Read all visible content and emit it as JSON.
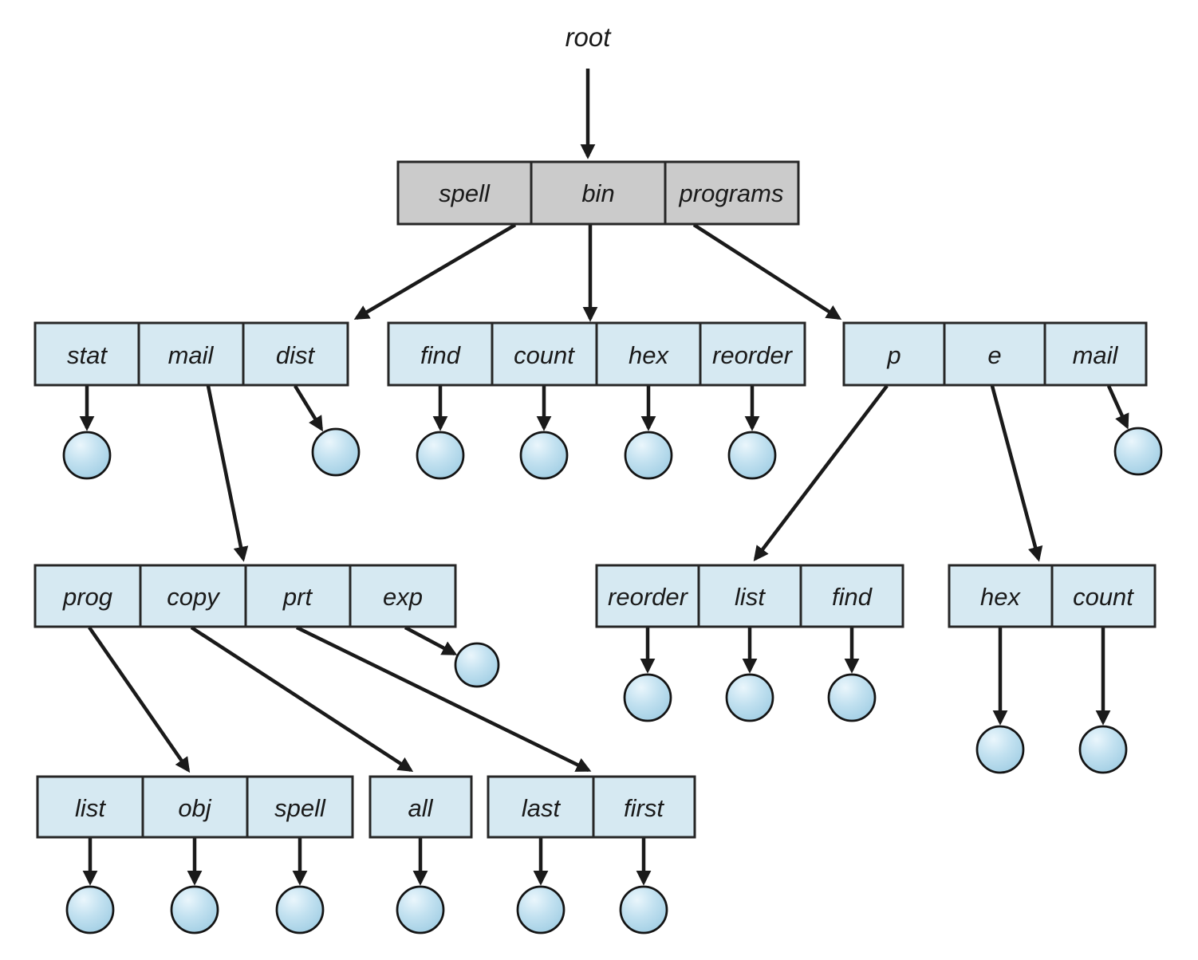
{
  "figure": {
    "root_label": "root",
    "directories": [
      {
        "name": "root",
        "entries": [
          "spell",
          "bin",
          "programs"
        ]
      },
      {
        "name": "spell",
        "entries": [
          "stat",
          "mail",
          "dist"
        ]
      },
      {
        "name": "bin",
        "entries": [
          "find",
          "count",
          "hex",
          "reorder"
        ]
      },
      {
        "name": "programs",
        "entries": [
          "p",
          "e",
          "mail"
        ]
      },
      {
        "name": "mail",
        "entries": [
          "prog",
          "copy",
          "prt",
          "exp"
        ]
      },
      {
        "name": "p",
        "entries": [
          "reorder",
          "list",
          "find"
        ]
      },
      {
        "name": "e",
        "entries": [
          "hex",
          "count"
        ]
      },
      {
        "name": "prog",
        "entries": [
          "list",
          "obj",
          "spell"
        ]
      },
      {
        "name": "copy",
        "entries": [
          "all"
        ]
      },
      {
        "name": "prt",
        "entries": [
          "last",
          "first"
        ]
      }
    ],
    "colors": {
      "root_directory_fill": "#cbcbcb",
      "directory_fill": "#d6e9f2",
      "file_highlight": "#eaf6fc",
      "file_fill": "#c2e1f0",
      "file_shadow": "#9ccbe2",
      "outline": "#1a1a1a"
    }
  }
}
